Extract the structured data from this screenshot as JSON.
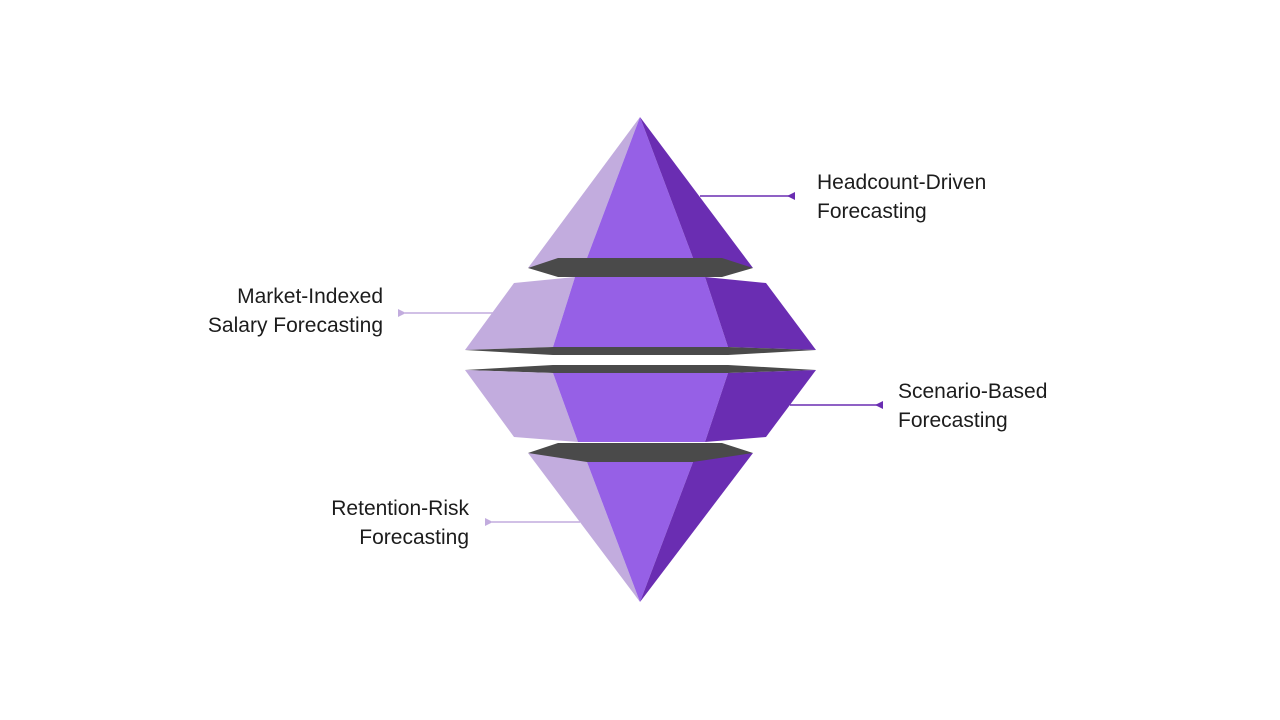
{
  "diagram": {
    "colors": {
      "light": "#c2acde",
      "mid": "#9660e6",
      "dark": "#6a2db2",
      "slab": "#4a4a4a",
      "connector_dark": "#6a2db2",
      "connector_light": "#c2acde"
    },
    "labels": [
      {
        "line1": "Headcount-Driven",
        "line2": "Forecasting"
      },
      {
        "line1": "Market-Indexed",
        "line2": "Salary Forecasting"
      },
      {
        "line1": "Scenario-Based",
        "line2": "Forecasting"
      },
      {
        "line1": "Retention-Risk",
        "line2": "Forecasting"
      }
    ]
  }
}
